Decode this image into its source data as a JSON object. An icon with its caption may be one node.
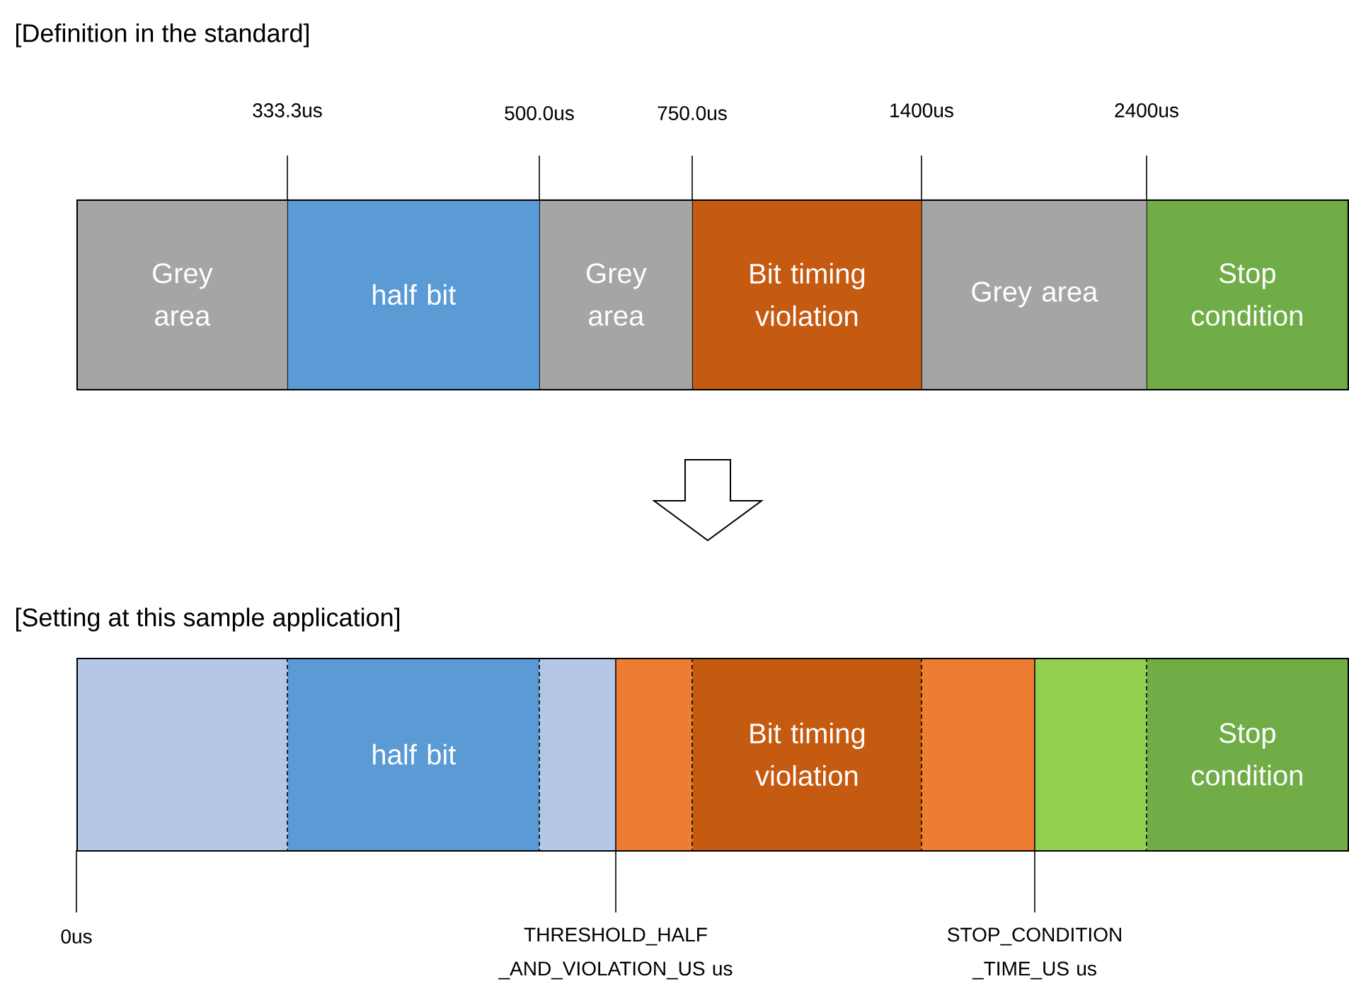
{
  "diagram": {
    "nodes": [
      {
        "text": [],
        "shape": "box"
      },
      {
        "text": [
          "Grey area"
        ],
        "in": 0
      },
      {
        "text": [
          "half bit"
        ],
        "in": 0
      },
      {
        "text": [
          "Grey area"
        ],
        "in": 0
      },
      {
        "text": [
          "Bit timing violation"
        ],
        "in": 0
      },
      {
        "text": [
          "Grey area"
        ],
        "in": 0
      },
      {
        "text": [
          "Stop condition"
        ],
        "in": 0
      },
      {
        "text": [],
        "shape": "box"
      },
      {
        "text": [],
        "shape": "box",
        "in": 7,
        "beside": [
          "0us"
        ]
      },
      {
        "text": [
          "half bit"
        ],
        "in": 7
      },
      {
        "text": [],
        "shape": "box",
        "in": 7
      },
      {
        "text": [],
        "shape": "box",
        "in": 7,
        "beside": [
          "THRESHOLD_HALF _AND_VIOLATION_US us"
        ]
      },
      {
        "text": [
          "Bit timing violation"
        ],
        "in": 7
      },
      {
        "text": [],
        "shape": "box",
        "in": 7
      },
      {
        "text": [],
        "shape": "box",
        "in": 7,
        "beside": [
          "STOP_CONDITION _TIME_US us"
        ]
      },
      {
        "text": [
          "Stop condition"
        ],
        "in": 7
      }
    ],
    "labels": [
      "[Definition in the standard]",
      "333.3us",
      "500.0us",
      "750.0us",
      "1400us",
      "2400us",
      "[Setting at this sample application]"
    ]
  }
}
